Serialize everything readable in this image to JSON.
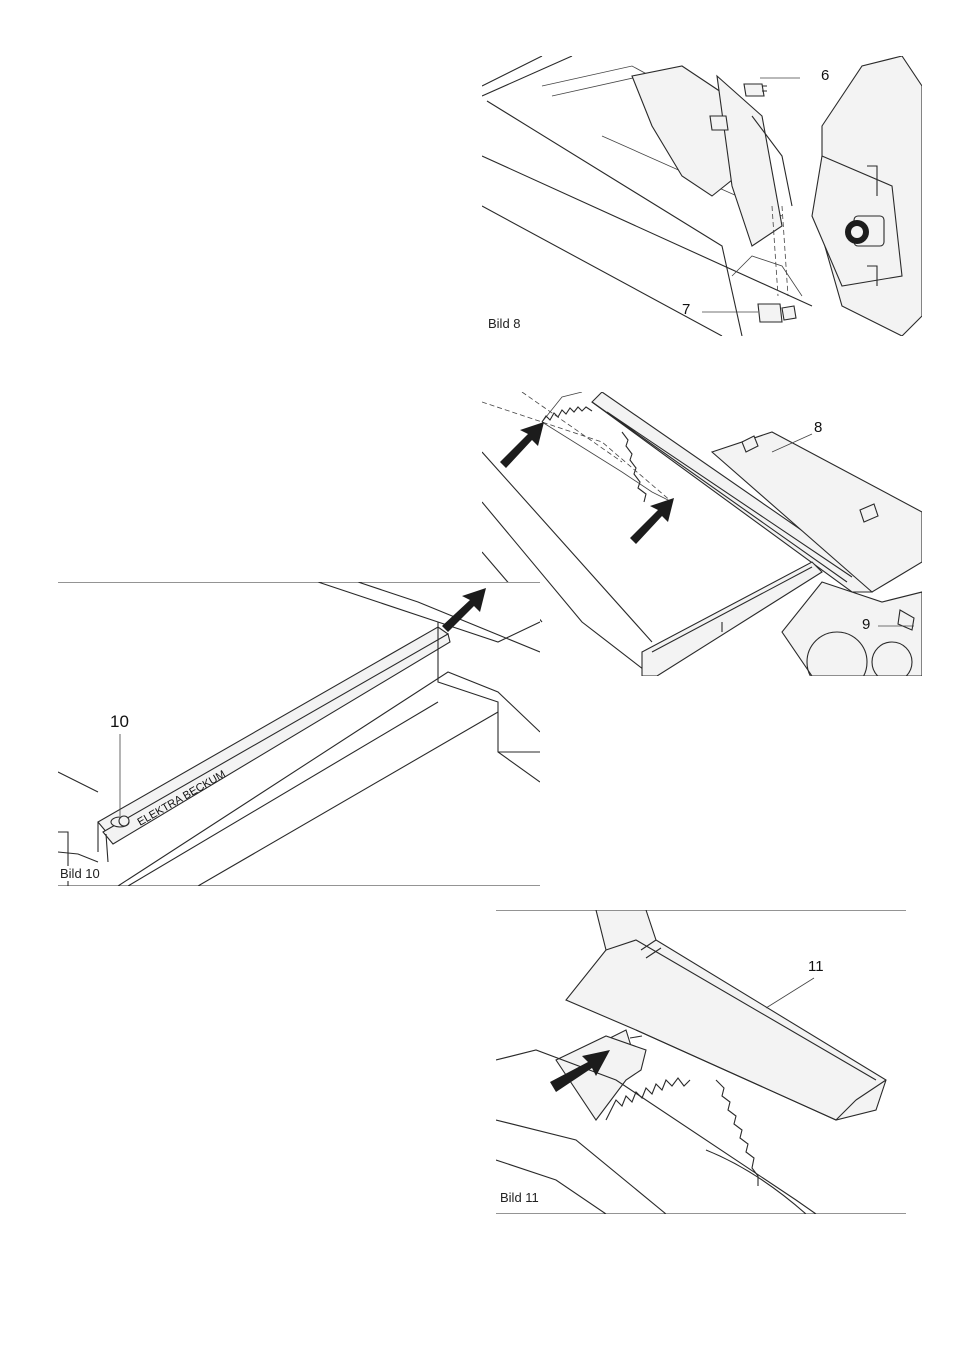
{
  "figures": [
    {
      "id": "bild8",
      "caption": "Bild 8",
      "callouts": [
        "6",
        "7"
      ]
    },
    {
      "id": "bild9",
      "caption": "",
      "callouts": [
        "8",
        "9"
      ]
    },
    {
      "id": "bild10",
      "caption": "Bild 10",
      "callouts": [
        "10"
      ],
      "rail_text": "ELEKTRA BECKUM"
    },
    {
      "id": "bild11",
      "caption": "Bild 11",
      "callouts": [
        "11"
      ]
    }
  ]
}
